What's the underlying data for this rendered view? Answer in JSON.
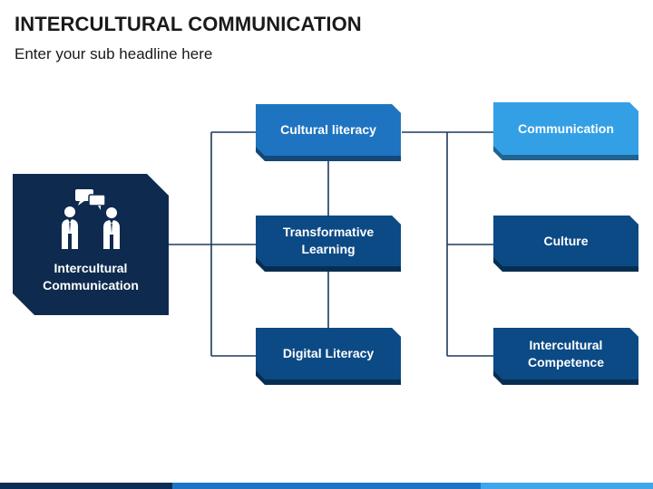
{
  "title": "INTERCULTURAL COMMUNICATION",
  "subtitle": "Enter your sub headline here",
  "icons": {
    "main": "two-people-talking-icon"
  },
  "colors": {
    "navy": "#0e2a4e",
    "dark_blue": "#0c4a85",
    "medium_blue": "#1f74c1",
    "light_blue": "#33a0e6",
    "connector": "#1b3a5c",
    "bar": [
      "#0c2d55",
      "#1b75c4",
      "#3fa6ee"
    ]
  },
  "nodes": {
    "main": {
      "label": "Intercultural\nCommunication"
    },
    "cultural_literacy": {
      "label": "Cultural literacy"
    },
    "transformative_learning": {
      "label": "Transformative\nLearning"
    },
    "digital_literacy": {
      "label": "Digital Literacy"
    },
    "communication": {
      "label": "Communication"
    },
    "culture": {
      "label": "Culture"
    },
    "intercultural_competence": {
      "label": "Intercultural\nCompetence"
    }
  }
}
